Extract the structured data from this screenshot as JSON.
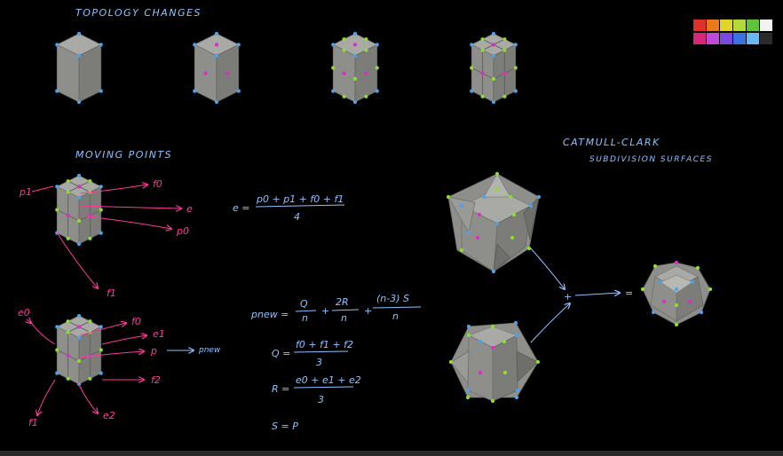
{
  "headings": {
    "topology": "TOPOLOGY CHANGES",
    "moving": "MOVING POINTS",
    "catmull_line1": "CATMULL-CLARK",
    "catmull_line2": "SUBDIVISION SURFACES"
  },
  "labels_moving": {
    "p1": "p1",
    "f0": "f0",
    "e": "e",
    "p0": "p0",
    "f1": "f1"
  },
  "labels_new": {
    "e0": "e0",
    "f0": "f0",
    "e1": "e1",
    "p": "p",
    "pnew": "pnew",
    "f2": "f2",
    "f1": "f1",
    "e2": "e2"
  },
  "formulas": {
    "e_lhs": "e =",
    "e_num": "p0 + p1 + f0 + f1",
    "e_den": "4",
    "pnew_lhs": "pnew =",
    "t1_num": "Q",
    "t1_den": "n",
    "plus1": "+",
    "t2_num": "2R",
    "t2_den": "n",
    "plus2": "+",
    "t3_num": "(n-3) S",
    "t3_den": "n",
    "q_lhs": "Q =",
    "q_num": "f0 + f1 + f2",
    "q_den": "3",
    "r_lhs": "R =",
    "r_num": "e0 + e1 + e2",
    "r_den": "3",
    "s_eq": "S = P",
    "plus_combine": "+",
    "equals_combine": "="
  },
  "palette": [
    "#e0302a",
    "#e87a1c",
    "#e3d42a",
    "#b5d83a",
    "#5ec43a",
    "#f2f2f2",
    "#d8267a",
    "#c04ad8",
    "#7a4ae0",
    "#3a74e0",
    "#6ab8f0",
    "#2b2b2b"
  ],
  "point_colors": {
    "vertex": "#4aa3f0",
    "edge": "#8be02a",
    "face": "#e02acf"
  }
}
